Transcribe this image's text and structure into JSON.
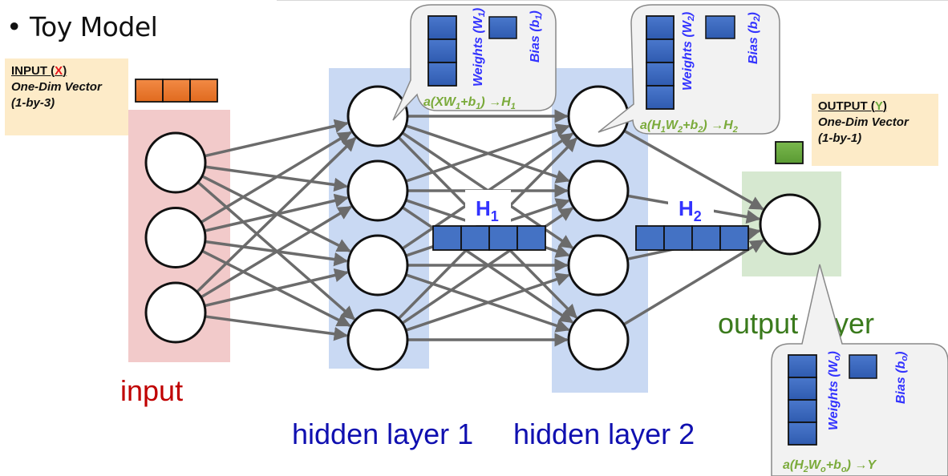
{
  "title": "• Toy Model",
  "input_box": {
    "header_prefix": "INPUT (",
    "header_var": "X",
    "header_suffix": ")",
    "line1": "One-Dim Vector",
    "line2": "(1-by-3)"
  },
  "output_box": {
    "header_prefix": "OUTPUT (",
    "header_var": "Y",
    "header_suffix": ")",
    "line1": "One-Dim Vector",
    "line2": "(1-by-1)"
  },
  "layers": {
    "input": {
      "label": "input",
      "nodes": 3,
      "color": "#c00000"
    },
    "hidden1": {
      "label": "hidden layer 1",
      "nodes": 4,
      "color": "#1010b0"
    },
    "hidden2": {
      "label": "hidden layer 2",
      "nodes": 4,
      "color": "#1010b0"
    },
    "output": {
      "label_left": "output",
      "label_right": "yer",
      "nodes": 1,
      "color": "#3a7a1c"
    }
  },
  "vectors": {
    "x": {
      "cells": 3,
      "color": "#ed7d31"
    },
    "h1": {
      "label": "H",
      "sub": "1",
      "cells": 4,
      "color": "#4472c4"
    },
    "h2": {
      "label": "H",
      "sub": "2",
      "cells": 4,
      "color": "#4472c4"
    },
    "y": {
      "cells": 1,
      "color": "#70ad47"
    }
  },
  "callouts": {
    "w1": {
      "weights_label": "Weights (W",
      "weights_sub": "1",
      "weights_end": ")",
      "bias_label": "Bias (b",
      "bias_sub": "1",
      "bias_end": ")",
      "weight_cells": 3,
      "formula_parts": [
        "a(XW",
        "1",
        "+b",
        "1",
        ") →H",
        "1"
      ]
    },
    "w2": {
      "weights_label": "Weights (W",
      "weights_sub": "2",
      "weights_end": ")",
      "bias_label": "Bias (b",
      "bias_sub": "2",
      "bias_end": ")",
      "weight_cells": 4,
      "formula_parts": [
        "a(H",
        "1",
        "W",
        "2",
        "+b",
        "2",
        ") →H",
        "2"
      ]
    },
    "wo": {
      "weights_label": "Weights (W",
      "weights_sub": "o",
      "weights_end": ")",
      "bias_label": "Bias (b",
      "bias_sub": "o",
      "bias_end": ")",
      "weight_cells": 4,
      "formula_parts": [
        "a(H",
        "2",
        "W",
        "o",
        "+b",
        "o",
        ") →Y"
      ]
    }
  },
  "colors": {
    "edge": "#6b6b6b",
    "input_bg": "#f2caca",
    "hidden_bg": "#c9d9f3",
    "output_bg": "#d6e8d0",
    "callout_bg": "#f2f2f2",
    "callout_text": "#3333ff",
    "formula_text": "#7aaa3a"
  }
}
